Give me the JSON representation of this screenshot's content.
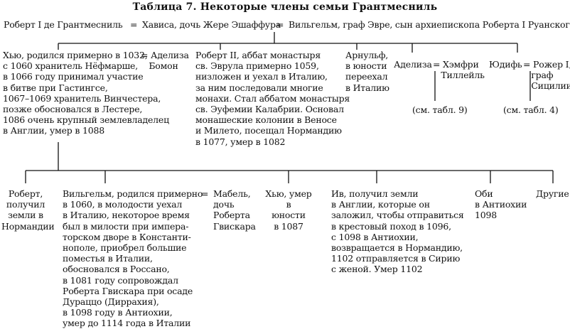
{
  "title": "Таблица 7. Некоторые члены семьи Грантмесниль",
  "root": {
    "father": "Роберт I де Грантмесниль",
    "eq1": "=",
    "mother": "Хависа, дочь Жере Эшаффура",
    "eq2": "=",
    "stepfather": "Вильгельм, граф Эвре, сын архиепископа Роберта I Руанского"
  },
  "gen1": {
    "hugh": "Хью, родился примерно в 1032,\nс 1060 хранитель Нёфмарше,\nв 1066 году принимал участие\nв битве при Гастингсе,\n1067–1069 хранитель Винчестера,\nпозже обосновался в Лестере,\n1086 очень крупный землевладелец\nв Англии, умер в 1088",
    "hugh_spouse": "= Аделиза\n   Бомон",
    "robert2": "Роберт II, аббат монастыря\nсв. Эврула примерно 1059,\nнизложен и уехал в Италию,\nза ним последовали многие\nмонахи. Стал аббатом монастыря\nсв. Эуфемии Калабрии. Основал\nмонашеские колонии в Веносе\nи Милето, посещал Нормандию\nв 1077, умер в 1082",
    "arnulf": "Арнульф,\nв юности\nпереехал\nв Италию",
    "adeliza": "Аделиза",
    "adeliza_spouse": "= Хэмфри\n   Тиллейль",
    "adeliza_ref": "(см. табл. 9)",
    "judith": "Юдифь",
    "judith_spouse": "= Рожер I,\n   граф\n   Сицилии",
    "judith_ref": "(см. табл. 4)"
  },
  "gen2": {
    "robert": "Роберт,\nполучил\nземли в\nНормандии",
    "william": "Вильгельм, родился примерно\nв 1060, в молодости уехал\nв Италию, некоторое время\nбыл в милости при импера-\nторском дворе в Константи-\nнополе, приобрел большие\nпоместья в Италии,\nобосновался в Россано,\nв 1081 году сопровождал\nРоберта Гвискара при осаде\nДураццо (Диррахия),\nв 1098 году в Антиохии,\nумер до 1114 года в Италии",
    "william_eq": "=",
    "mabel": "Мабель,\nдочь\nРоберта\nГвискара",
    "hugh_jr": "Хью, умер\nв\nюности\nв 1087",
    "ivo": "Ив, получил земли\nв Англии, которые он\nзаложил, чтобы отправиться\nв крестовый поход в 1096,\nс 1098 в Антиохии,\nвозвращается в Нормандию,\n1102 отправляется в Сирию\nс женой. Умер 1102",
    "obi": "Оби\nв Антиохии\n1098",
    "others": "Другие"
  }
}
